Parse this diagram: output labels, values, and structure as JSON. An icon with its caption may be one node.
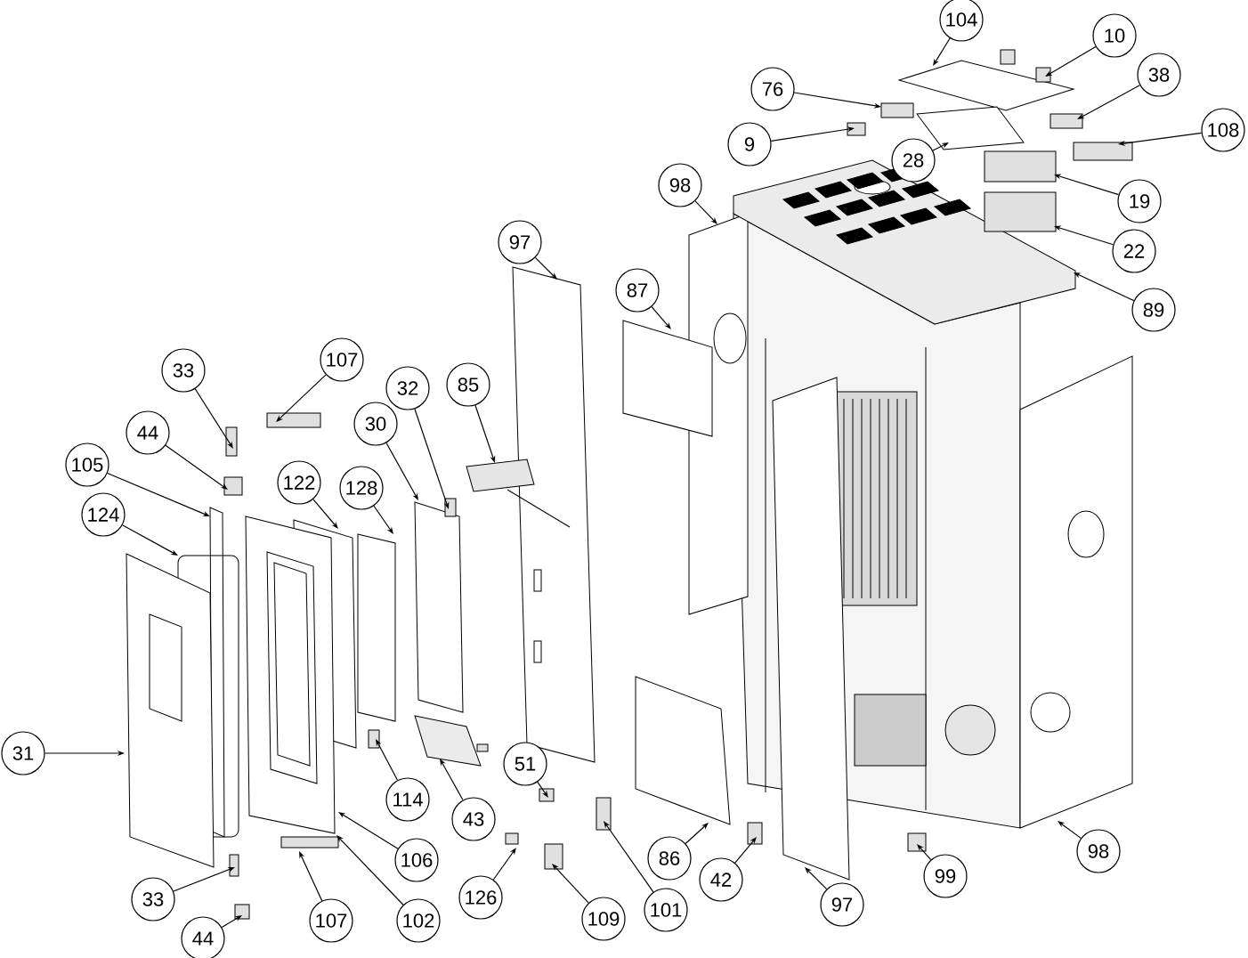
{
  "diagram": {
    "nodes": [
      {
        "text": [
          "104"
        ]
      },
      {
        "text": [
          "10"
        ]
      },
      {
        "text": [
          "38"
        ]
      },
      {
        "text": [
          "76"
        ]
      },
      {
        "text": [
          "108"
        ]
      },
      {
        "text": [
          "9"
        ]
      },
      {
        "text": [
          "28"
        ]
      },
      {
        "text": [
          "98"
        ]
      },
      {
        "text": [
          "19"
        ]
      },
      {
        "text": [
          "97"
        ]
      },
      {
        "text": [
          "22"
        ]
      },
      {
        "text": [
          "87"
        ]
      },
      {
        "text": [
          "89"
        ]
      },
      {
        "text": [
          "107"
        ]
      },
      {
        "text": [
          "33"
        ]
      },
      {
        "text": [
          "85"
        ]
      },
      {
        "text": [
          "32"
        ]
      },
      {
        "text": [
          "30"
        ]
      },
      {
        "text": [
          "44"
        ]
      },
      {
        "text": [
          "105"
        ]
      },
      {
        "text": [
          "122"
        ]
      },
      {
        "text": [
          "128"
        ]
      },
      {
        "text": [
          "124"
        ]
      },
      {
        "text": [
          "31"
        ]
      },
      {
        "text": [
          "51"
        ]
      },
      {
        "text": [
          "114"
        ]
      },
      {
        "text": [
          "43"
        ]
      },
      {
        "text": [
          "86"
        ]
      },
      {
        "text": [
          "106"
        ]
      },
      {
        "text": [
          "42"
        ]
      },
      {
        "text": [
          "99"
        ]
      },
      {
        "text": [
          "98"
        ]
      },
      {
        "text": [
          "126"
        ]
      },
      {
        "text": [
          "33"
        ]
      },
      {
        "text": [
          "97"
        ]
      },
      {
        "text": [
          "101"
        ]
      },
      {
        "text": [
          "109"
        ]
      },
      {
        "text": [
          "102"
        ]
      },
      {
        "text": [
          "107"
        ]
      },
      {
        "text": [
          "44"
        ]
      }
    ],
    "edges": [
      {
        "from": 0,
        "to": null,
        "arrow": "to"
      },
      {
        "from": 1,
        "to": null,
        "arrow": "to"
      },
      {
        "from": 2,
        "to": null,
        "arrow": "to"
      },
      {
        "from": 3,
        "to": null,
        "arrow": "to"
      },
      {
        "from": 4,
        "to": null,
        "arrow": "to"
      },
      {
        "from": 5,
        "to": null,
        "arrow": "to"
      },
      {
        "from": 6,
        "to": null,
        "arrow": "to"
      },
      {
        "from": 7,
        "to": null,
        "arrow": "to"
      },
      {
        "from": 8,
        "to": null,
        "arrow": "to"
      },
      {
        "from": 9,
        "to": null,
        "arrow": "to"
      },
      {
        "from": 10,
        "to": null,
        "arrow": "to"
      },
      {
        "from": 11,
        "to": null,
        "arrow": "to"
      },
      {
        "from": 12,
        "to": null,
        "arrow": "to"
      },
      {
        "from": 13,
        "to": null,
        "arrow": "to"
      },
      {
        "from": 14,
        "to": null,
        "arrow": "to"
      },
      {
        "from": 15,
        "to": null,
        "arrow": "to"
      },
      {
        "from": 16,
        "to": null,
        "arrow": "to"
      },
      {
        "from": 17,
        "to": null,
        "arrow": "to"
      },
      {
        "from": 18,
        "to": null,
        "arrow": "to"
      },
      {
        "from": 19,
        "to": null,
        "arrow": "to"
      },
      {
        "from": 20,
        "to": null,
        "arrow": "to"
      },
      {
        "from": 21,
        "to": null,
        "arrow": "to"
      },
      {
        "from": 22,
        "to": null,
        "arrow": "to"
      },
      {
        "from": 23,
        "to": null,
        "arrow": "to"
      },
      {
        "from": 24,
        "to": null,
        "arrow": "to"
      },
      {
        "from": 25,
        "to": null,
        "arrow": "to"
      },
      {
        "from": 26,
        "to": null,
        "arrow": "to"
      },
      {
        "from": 27,
        "to": null,
        "arrow": "to"
      },
      {
        "from": 28,
        "to": null,
        "arrow": "to"
      },
      {
        "from": 29,
        "to": null,
        "arrow": "to"
      },
      {
        "from": 30,
        "to": null,
        "arrow": "to"
      },
      {
        "from": 31,
        "to": null,
        "arrow": "to"
      },
      {
        "from": 32,
        "to": null,
        "arrow": "to"
      },
      {
        "from": 33,
        "to": null,
        "arrow": "to"
      },
      {
        "from": 34,
        "to": null,
        "arrow": "to"
      },
      {
        "from": 35,
        "to": null,
        "arrow": "to"
      },
      {
        "from": 36,
        "to": null,
        "arrow": "to"
      },
      {
        "from": 37,
        "to": null,
        "arrow": "to"
      },
      {
        "from": 38,
        "to": null,
        "arrow": "to"
      },
      {
        "from": 39,
        "to": null,
        "arrow": "to"
      }
    ]
  }
}
